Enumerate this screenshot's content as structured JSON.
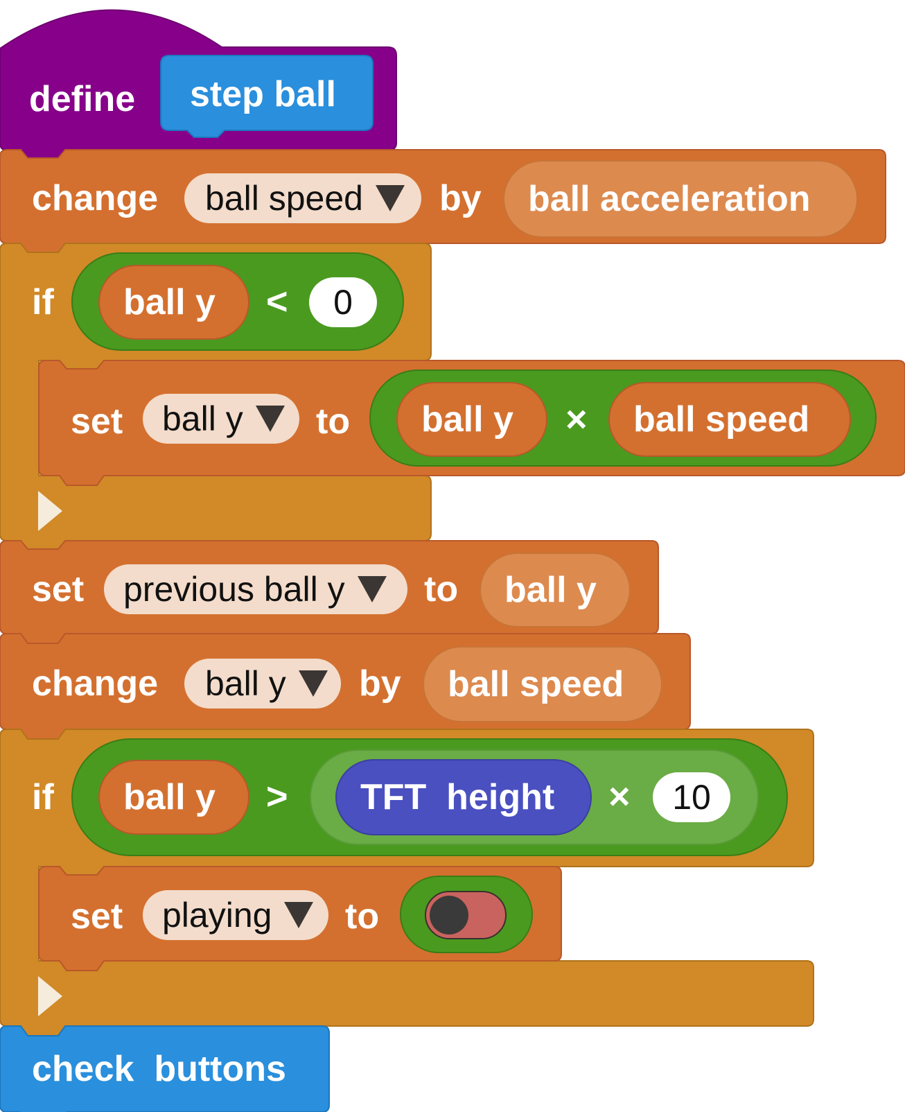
{
  "colors": {
    "hat": "#87008a",
    "custom_block": "#2a8fdc",
    "variables": "#d4702f",
    "control": "#d18a27",
    "operators": "#4a9a1f",
    "pins": "#4a50c0"
  },
  "define_block": {
    "keyword": "define",
    "name": "step ball"
  },
  "change_speed": {
    "keyword": "change",
    "variable": "ball speed",
    "by": "by",
    "value": "ball acceleration"
  },
  "if_1": {
    "keyword": "if",
    "left": "ball y",
    "operator": "<",
    "right": "0",
    "body_set": {
      "keyword": "set",
      "variable": "ball y",
      "to": "to",
      "left": "ball y",
      "operator": "×",
      "right": "ball speed"
    },
    "expand_icon": "arrow-right-icon"
  },
  "set_prev": {
    "keyword": "set",
    "variable": "previous ball y",
    "to": "to",
    "value": "ball y"
  },
  "change_y": {
    "keyword": "change",
    "variable": "ball y",
    "by": "by",
    "value": "ball speed"
  },
  "if_2": {
    "keyword": "if",
    "left": "ball y",
    "operator": ">",
    "reporter": "TFT  height",
    "multiply": "×",
    "right": "10",
    "body_set": {
      "keyword": "set",
      "variable": "playing",
      "to": "to",
      "value": false
    },
    "expand_icon": "arrow-right-icon"
  },
  "call_block": {
    "name": "check  buttons"
  }
}
